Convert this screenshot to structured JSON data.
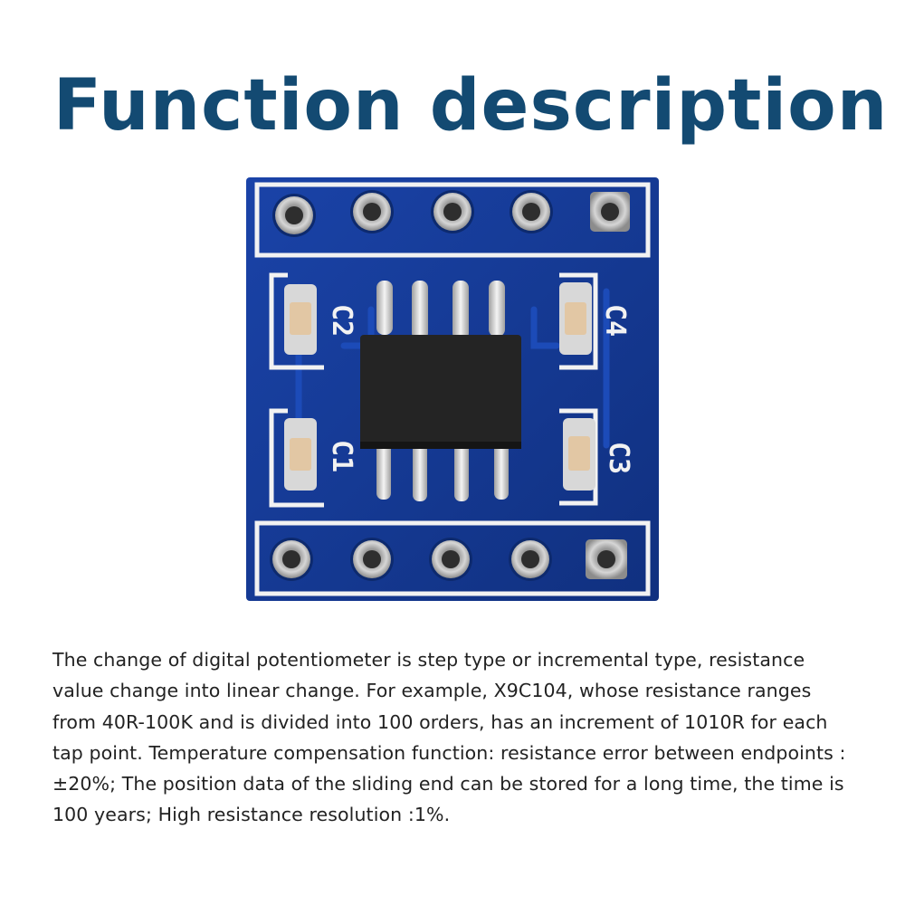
{
  "title": "Function description",
  "board": {
    "labels": {
      "c1": "C1",
      "c2": "C2",
      "c3": "C3",
      "c4": "C4"
    },
    "colors": {
      "pcb": "#14399a",
      "silkscreen": "#f2f2f2",
      "chip": "#232323",
      "pad": "#c9c9c9"
    }
  },
  "description": "The change of digital potentiometer is step type or incremental type, resistance value change into linear change. For example, X9C104, whose resistance ranges from 40R-100K and is divided into 100 orders, has an increment of 1010R for each tap point. Temperature compensation function: resistance error between endpoints :±20%; The position data of the sliding end can be stored for a long time, the time is 100 years; High resistance resolution :1%."
}
